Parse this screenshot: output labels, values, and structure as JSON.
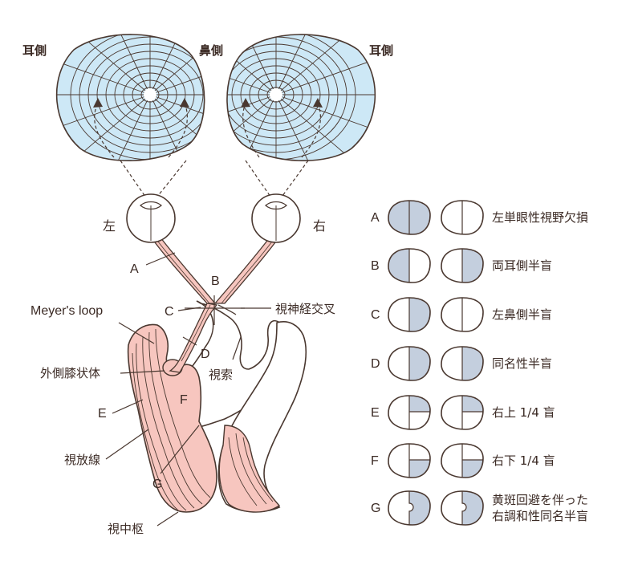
{
  "colors": {
    "ink": "#4a3830",
    "visual_field": "#cde8f6",
    "pathway": "#f7c6bf",
    "defect": "#c4cfde"
  },
  "fields": {
    "ear_left": "耳側",
    "nose": "鼻側",
    "ear_right": "耳側"
  },
  "eyes": {
    "left": "左",
    "right": "右"
  },
  "labels": {
    "meyers_loop": "Meyer's loop",
    "lgn": "外側膝状体",
    "optic_radiation": "視放線",
    "visual_cortex": "視中枢",
    "optic_chiasm": "視神経交叉",
    "optic_tract": "視索"
  },
  "lesion_letters": {
    "A": "A",
    "B": "B",
    "C": "C",
    "D": "D",
    "E": "E",
    "F": "F",
    "G": "G"
  },
  "legend": [
    {
      "letter": "A",
      "text": "左単眼性視野欠損",
      "text2": ""
    },
    {
      "letter": "B",
      "text": "両耳側半盲",
      "text2": ""
    },
    {
      "letter": "C",
      "text": "左鼻側半盲",
      "text2": ""
    },
    {
      "letter": "D",
      "text": "同名性半盲",
      "text2": ""
    },
    {
      "letter": "E",
      "text": "右上 1/4 盲",
      "text2": ""
    },
    {
      "letter": "F",
      "text": "右下 1/4 盲",
      "text2": ""
    },
    {
      "letter": "G",
      "text": "黄斑回避を伴った",
      "text2": "右調和性同名半盲"
    }
  ]
}
